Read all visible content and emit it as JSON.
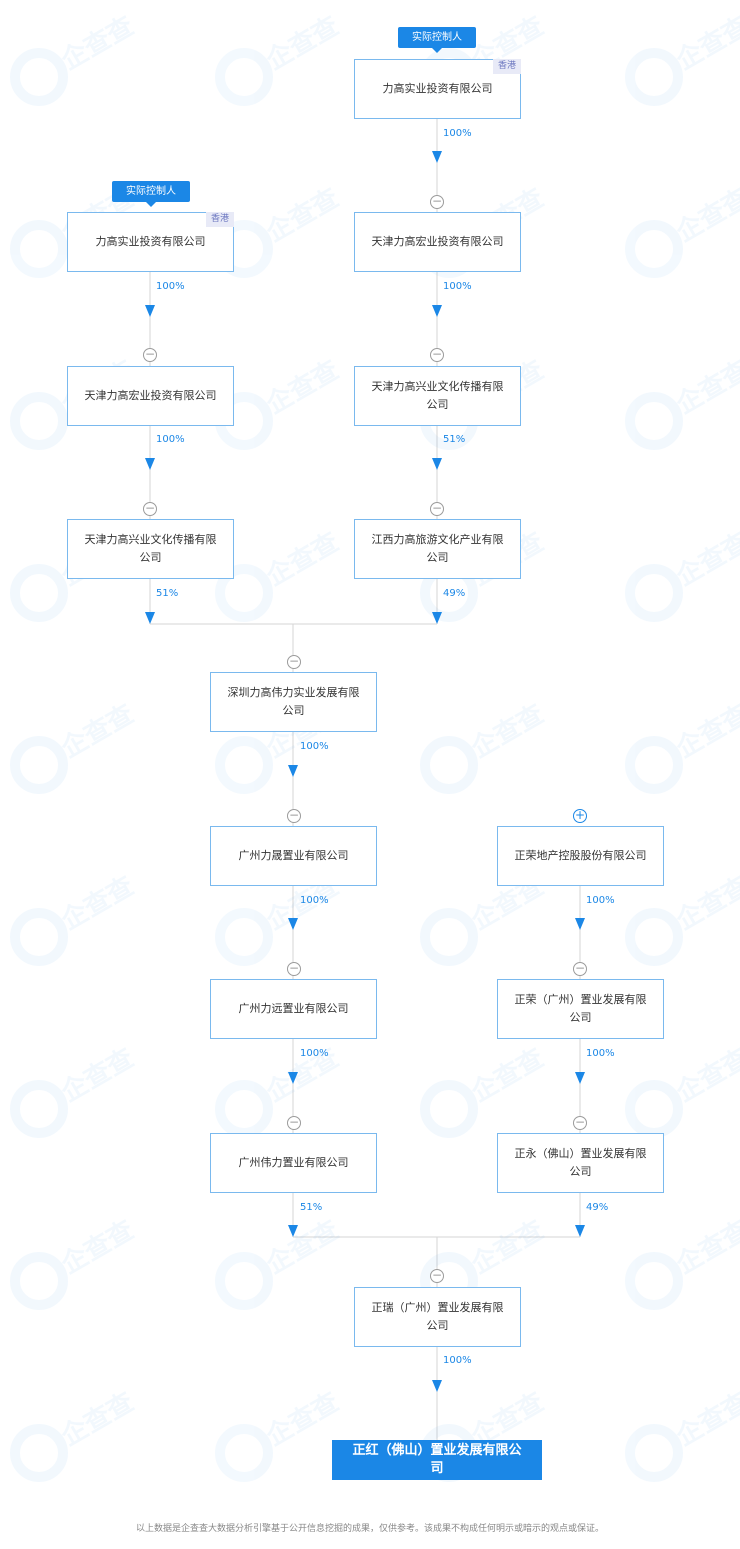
{
  "controller_label": "实际控制人",
  "region_tag": "香港",
  "nodes": {
    "n1": "力高实业投资有限公司",
    "n2": "天津力高宏业投资有限公司",
    "n3": "天津力高兴业文化传播有限公司",
    "n4": "江西力高旅游文化产业有限公司",
    "m1": "力高实业投资有限公司",
    "m2": "天津力高宏业投资有限公司",
    "m3": "天津力高兴业文化传播有限公司",
    "s": "深圳力高伟力实业发展有限公司",
    "g1": "广州力晟置业有限公司",
    "g2": "广州力远置业有限公司",
    "g3": "广州伟力置业有限公司",
    "z1": "正荣地产控股股份有限公司",
    "z2": "正荣（广州）置业发展有限公司",
    "z3": "正永（佛山）置业发展有限公司",
    "zr": "正瑞（广州）置业发展有限公司",
    "final": "正红（佛山）置业发展有限公司"
  },
  "percents": {
    "p_n1_n2": "100%",
    "p_m1_m2": "100%",
    "p_n2_n3": "100%",
    "p_m2_m3": "100%",
    "p_m3_s": "51%",
    "p_n4_s": "49%",
    "p_s_g1": "100%",
    "p_g1_g2": "100%",
    "p_g2_g3": "100%",
    "p_g3_zr": "51%",
    "p_z1_z2": "100%",
    "p_z2_z3": "100%",
    "p_z3_zr": "49%",
    "p_zr_final": "100%"
  },
  "toggles": {
    "minus": "−",
    "plus": "+"
  },
  "watermark": "企查查",
  "footer": "以上数据是企查查大数据分析引擎基于公开信息挖掘的成果，仅供参考。该成果不构成任何明示或暗示的观点或保证。",
  "colors": {
    "accent": "#1b87e6",
    "border": "#7ab9ee",
    "line": "#d6d6d6"
  }
}
